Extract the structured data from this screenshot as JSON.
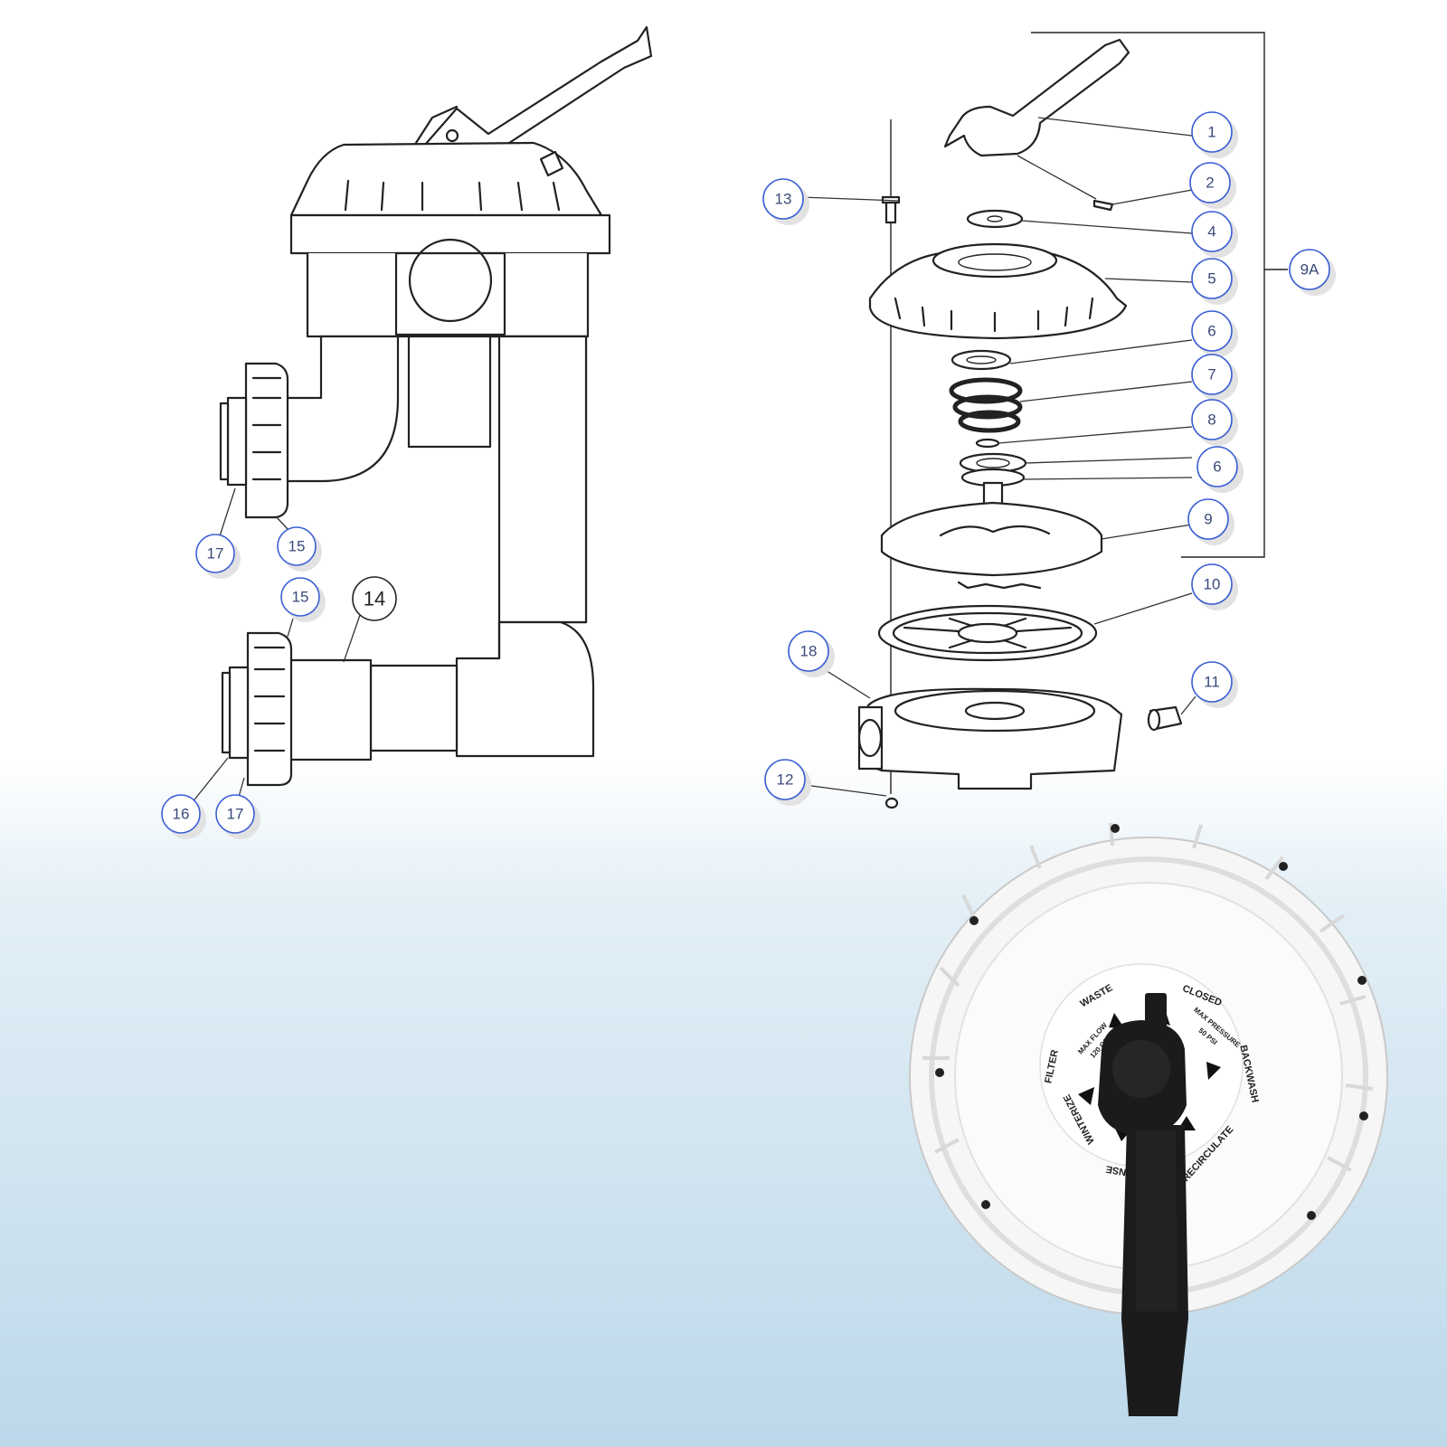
{
  "callouts": {
    "c1": "1",
    "c2": "2",
    "c4": "4",
    "c5": "5",
    "c6a": "6",
    "c7": "7",
    "c8": "8",
    "c6b": "6",
    "c9": "9",
    "c9a": "9A",
    "c10": "10",
    "c11": "11",
    "c12": "12",
    "c13": "13",
    "c18": "18",
    "c14": "14",
    "c15a": "15",
    "c15b": "15",
    "c16": "16",
    "c17a": "17",
    "c17b": "17"
  },
  "dial": {
    "waste": "WASTE",
    "closed": "CLOSED",
    "backwash": "BACKWASH",
    "recirculate": "RECIRCULATE",
    "rinse": "RINSE",
    "winterize": "WINTERIZE",
    "filter": "FILTER",
    "max_flow": "MAX FLOW",
    "flow_value": "120 GPM",
    "max_pressure": "MAX PRESSURE",
    "pressure_value": "50 PSI"
  },
  "colors": {
    "callout_ring": "#3b5fd3",
    "handle": "#1b1b1b",
    "lid": "#f4f4f4"
  }
}
